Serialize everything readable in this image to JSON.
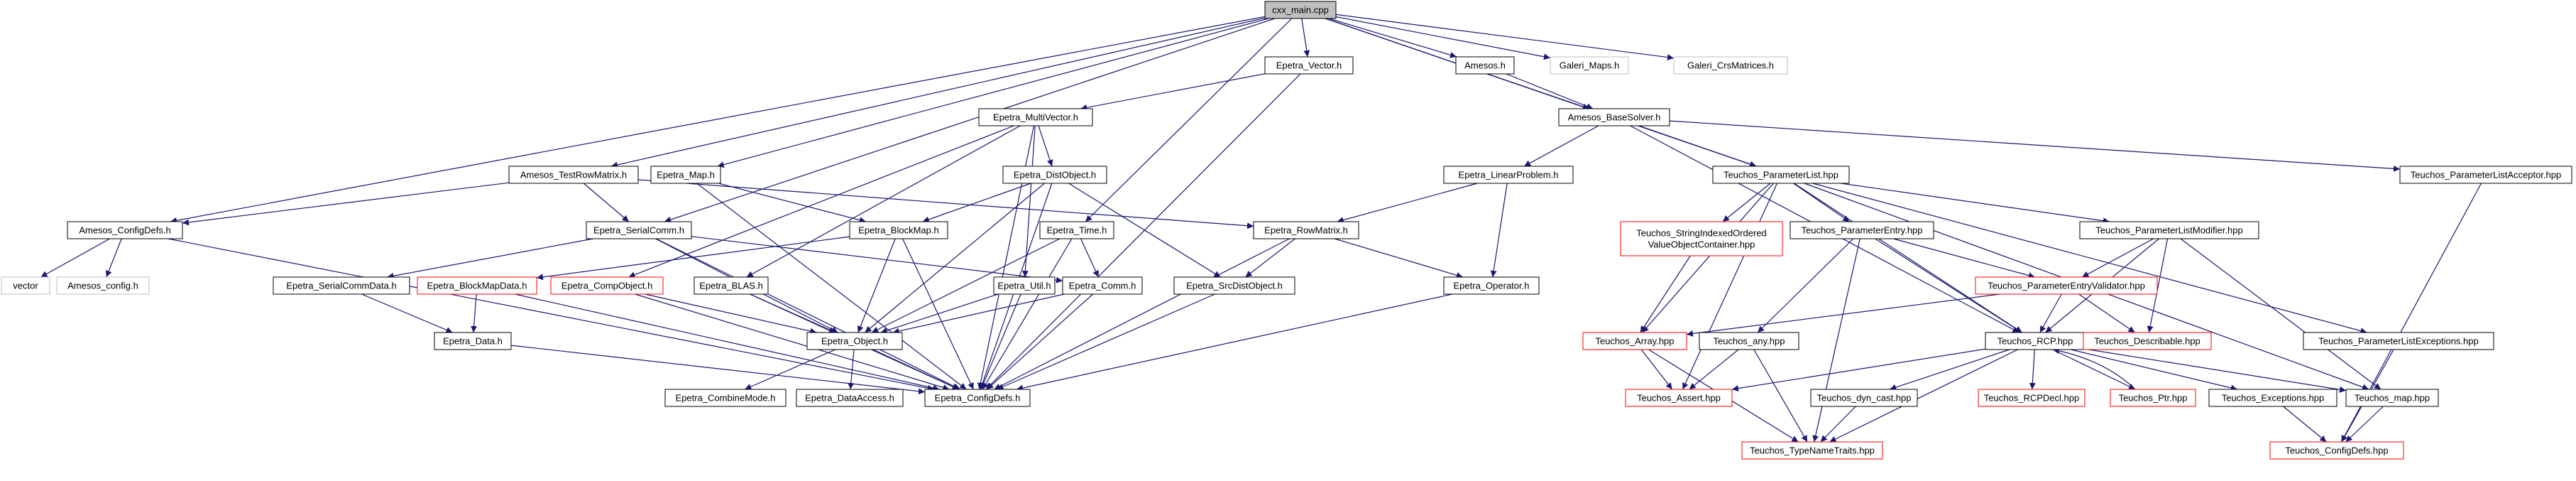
{
  "diagram": {
    "colors": {
      "default_border": "#000000",
      "missing_border": "#ff0000",
      "external_border": "#bfbfbf",
      "root_fill": "#bfbfbf",
      "edge": "#191970",
      "text": "#000000"
    },
    "nodes": [
      {
        "id": "cxx_main",
        "lines": [
          "cxx_main.cpp"
        ],
        "style": "root"
      },
      {
        "id": "epetra_vector",
        "lines": [
          "Epetra_Vector.h"
        ],
        "style": "normal"
      },
      {
        "id": "amesos_h",
        "lines": [
          "Amesos.h"
        ],
        "style": "normal"
      },
      {
        "id": "galeri_maps",
        "lines": [
          "Galeri_Maps.h"
        ],
        "style": "external"
      },
      {
        "id": "galeri_crs",
        "lines": [
          "Galeri_CrsMatrices.h"
        ],
        "style": "external"
      },
      {
        "id": "amesos_basesolver",
        "lines": [
          "Amesos_BaseSolver.h"
        ],
        "style": "normal"
      },
      {
        "id": "epetra_multivector",
        "lines": [
          "Epetra_MultiVector.h"
        ],
        "style": "normal"
      },
      {
        "id": "amesos_testrowmatrix",
        "lines": [
          "Amesos_TestRowMatrix.h"
        ],
        "style": "normal"
      },
      {
        "id": "epetra_map",
        "lines": [
          "Epetra_Map.h"
        ],
        "style": "normal"
      },
      {
        "id": "epetra_distobject",
        "lines": [
          "Epetra_DistObject.h"
        ],
        "style": "normal"
      },
      {
        "id": "epetra_linearproblem",
        "lines": [
          "Epetra_LinearProblem.h"
        ],
        "style": "normal"
      },
      {
        "id": "teuchos_parameterlist",
        "lines": [
          "Teuchos_ParameterList.hpp"
        ],
        "style": "normal"
      },
      {
        "id": "teuchos_placceptor",
        "lines": [
          "Teuchos_ParameterListAcceptor.hpp"
        ],
        "style": "normal"
      },
      {
        "id": "amesos_configdefs",
        "lines": [
          "Amesos_ConfigDefs.h"
        ],
        "style": "normal"
      },
      {
        "id": "epetra_serialcomm",
        "lines": [
          "Epetra_SerialComm.h"
        ],
        "style": "normal"
      },
      {
        "id": "epetra_blockmap",
        "lines": [
          "Epetra_BlockMap.h"
        ],
        "style": "normal"
      },
      {
        "id": "epetra_time",
        "lines": [
          "Epetra_Time.h"
        ],
        "style": "normal"
      },
      {
        "id": "epetra_rowmatrix",
        "lines": [
          "Epetra_RowMatrix.h"
        ],
        "style": "normal"
      },
      {
        "id": "teuchos_sivoc",
        "lines": [
          "Teuchos_StringIndexedOrdered",
          "ValueObjectContainer.hpp"
        ],
        "style": "missing"
      },
      {
        "id": "teuchos_parameterentry",
        "lines": [
          "Teuchos_ParameterEntry.hpp"
        ],
        "style": "normal"
      },
      {
        "id": "teuchos_plmodifier",
        "lines": [
          "Teuchos_ParameterListModifier.hpp"
        ],
        "style": "normal"
      },
      {
        "id": "vector",
        "lines": [
          "vector"
        ],
        "style": "external"
      },
      {
        "id": "amesos_config",
        "lines": [
          "Amesos_config.h"
        ],
        "style": "external"
      },
      {
        "id": "epetra_serialcommdata",
        "lines": [
          "Epetra_SerialCommData.h"
        ],
        "style": "normal"
      },
      {
        "id": "epetra_blockmapdata",
        "lines": [
          "Epetra_BlockMapData.h"
        ],
        "style": "missing"
      },
      {
        "id": "epetra_compobject",
        "lines": [
          "Epetra_CompObject.h"
        ],
        "style": "missing"
      },
      {
        "id": "epetra_blas",
        "lines": [
          "Epetra_BLAS.h"
        ],
        "style": "normal"
      },
      {
        "id": "epetra_util",
        "lines": [
          "Epetra_Util.h"
        ],
        "style": "normal"
      },
      {
        "id": "epetra_comm",
        "lines": [
          "Epetra_Comm.h"
        ],
        "style": "normal"
      },
      {
        "id": "epetra_srcdistobject",
        "lines": [
          "Epetra_SrcDistObject.h"
        ],
        "style": "normal"
      },
      {
        "id": "epetra_operator",
        "lines": [
          "Epetra_Operator.h"
        ],
        "style": "normal"
      },
      {
        "id": "teuchos_pev",
        "lines": [
          "Teuchos_ParameterEntryValidator.hpp"
        ],
        "style": "missing"
      },
      {
        "id": "teuchos_array",
        "lines": [
          "Teuchos_Array.hpp"
        ],
        "style": "missing"
      },
      {
        "id": "teuchos_any",
        "lines": [
          "Teuchos_any.hpp"
        ],
        "style": "normal"
      },
      {
        "id": "teuchos_rcp",
        "lines": [
          "Teuchos_RCP.hpp"
        ],
        "style": "normal"
      },
      {
        "id": "teuchos_describable",
        "lines": [
          "Teuchos_Describable.hpp"
        ],
        "style": "missing"
      },
      {
        "id": "teuchos_plexceptions",
        "lines": [
          "Teuchos_ParameterListExceptions.hpp"
        ],
        "style": "normal"
      },
      {
        "id": "epetra_data",
        "lines": [
          "Epetra_Data.h"
        ],
        "style": "normal"
      },
      {
        "id": "epetra_object",
        "lines": [
          "Epetra_Object.h"
        ],
        "style": "normal"
      },
      {
        "id": "teuchos_assert",
        "lines": [
          "Teuchos_Assert.hpp"
        ],
        "style": "missing"
      },
      {
        "id": "teuchos_dyncast",
        "lines": [
          "Teuchos_dyn_cast.hpp"
        ],
        "style": "normal"
      },
      {
        "id": "teuchos_rcpdecl",
        "lines": [
          "Teuchos_RCPDecl.hpp"
        ],
        "style": "missing"
      },
      {
        "id": "teuchos_ptr",
        "lines": [
          "Teuchos_Ptr.hpp"
        ],
        "style": "missing"
      },
      {
        "id": "teuchos_exceptions",
        "lines": [
          "Teuchos_Exceptions.hpp"
        ],
        "style": "normal"
      },
      {
        "id": "teuchos_map",
        "lines": [
          "Teuchos_map.hpp"
        ],
        "style": "normal"
      },
      {
        "id": "epetra_combinemode",
        "lines": [
          "Epetra_CombineMode.h"
        ],
        "style": "normal"
      },
      {
        "id": "epetra_dataaccess",
        "lines": [
          "Epetra_DataAccess.h"
        ],
        "style": "normal"
      },
      {
        "id": "epetra_configdefs",
        "lines": [
          "Epetra_ConfigDefs.h"
        ],
        "style": "normal"
      },
      {
        "id": "teuchos_typenametraits",
        "lines": [
          "Teuchos_TypeNameTraits.hpp"
        ],
        "style": "missing"
      },
      {
        "id": "teuchos_configdefs",
        "lines": [
          "Teuchos_ConfigDefs.hpp"
        ],
        "style": "missing"
      }
    ],
    "edges": [
      [
        "cxx_main",
        "epetra_vector"
      ],
      [
        "cxx_main",
        "amesos_h"
      ],
      [
        "cxx_main",
        "galeri_maps"
      ],
      [
        "cxx_main",
        "galeri_crs"
      ],
      [
        "cxx_main",
        "amesos_basesolver"
      ],
      [
        "cxx_main",
        "amesos_testrowmatrix"
      ],
      [
        "cxx_main",
        "epetra_map"
      ],
      [
        "cxx_main",
        "amesos_configdefs"
      ],
      [
        "cxx_main",
        "epetra_serialcomm"
      ],
      [
        "cxx_main",
        "epetra_time"
      ],
      [
        "cxx_main",
        "teuchos_parameterlist"
      ],
      [
        "epetra_vector",
        "epetra_multivector"
      ],
      [
        "epetra_vector",
        "epetra_configdefs"
      ],
      [
        "amesos_h",
        "amesos_basesolver"
      ],
      [
        "amesos_basesolver",
        "epetra_linearproblem"
      ],
      [
        "amesos_basesolver",
        "teuchos_parameterlist"
      ],
      [
        "amesos_basesolver",
        "teuchos_placceptor"
      ],
      [
        "amesos_basesolver",
        "teuchos_rcp"
      ],
      [
        "epetra_multivector",
        "epetra_distobject"
      ],
      [
        "epetra_multivector",
        "epetra_compobject"
      ],
      [
        "epetra_multivector",
        "epetra_blas"
      ],
      [
        "epetra_multivector",
        "epetra_util"
      ],
      [
        "epetra_multivector",
        "epetra_configdefs"
      ],
      [
        "amesos_testrowmatrix",
        "amesos_configdefs"
      ],
      [
        "amesos_testrowmatrix",
        "epetra_serialcomm"
      ],
      [
        "amesos_testrowmatrix",
        "epetra_rowmatrix"
      ],
      [
        "epetra_map",
        "epetra_blockmap"
      ],
      [
        "epetra_map",
        "epetra_configdefs"
      ],
      [
        "epetra_distobject",
        "epetra_blockmap"
      ],
      [
        "epetra_distobject",
        "epetra_srcdistobject"
      ],
      [
        "epetra_distobject",
        "epetra_object"
      ],
      [
        "epetra_distobject",
        "epetra_configdefs"
      ],
      [
        "epetra_linearproblem",
        "epetra_rowmatrix"
      ],
      [
        "epetra_linearproblem",
        "epetra_operator"
      ],
      [
        "teuchos_parameterlist",
        "teuchos_sivoc"
      ],
      [
        "teuchos_parameterlist",
        "teuchos_parameterentry"
      ],
      [
        "teuchos_parameterlist",
        "teuchos_plmodifier"
      ],
      [
        "teuchos_parameterlist",
        "teuchos_plexceptions"
      ],
      [
        "teuchos_parameterlist",
        "teuchos_map"
      ],
      [
        "teuchos_parameterlist",
        "teuchos_array"
      ],
      [
        "teuchos_parameterlist",
        "teuchos_assert"
      ],
      [
        "teuchos_parameterlist",
        "teuchos_rcp"
      ],
      [
        "teuchos_placceptor",
        "teuchos_configdefs"
      ],
      [
        "amesos_configdefs",
        "vector"
      ],
      [
        "amesos_configdefs",
        "amesos_config"
      ],
      [
        "amesos_configdefs",
        "epetra_configdefs"
      ],
      [
        "epetra_serialcomm",
        "epetra_serialcommdata"
      ],
      [
        "epetra_serialcomm",
        "epetra_comm"
      ],
      [
        "epetra_serialcomm",
        "epetra_object"
      ],
      [
        "epetra_serialcomm",
        "epetra_configdefs"
      ],
      [
        "epetra_blockmap",
        "epetra_blockmapdata"
      ],
      [
        "epetra_blockmap",
        "epetra_object"
      ],
      [
        "epetra_blockmap",
        "epetra_configdefs"
      ],
      [
        "epetra_time",
        "epetra_object"
      ],
      [
        "epetra_time",
        "epetra_comm"
      ],
      [
        "epetra_time",
        "epetra_configdefs"
      ],
      [
        "epetra_rowmatrix",
        "epetra_srcdistobject"
      ],
      [
        "epetra_rowmatrix",
        "epetra_operator"
      ],
      [
        "epetra_rowmatrix",
        "epetra_configdefs"
      ],
      [
        "teuchos_sivoc",
        "teuchos_array"
      ],
      [
        "teuchos_parameterentry",
        "teuchos_pev"
      ],
      [
        "teuchos_parameterentry",
        "teuchos_any"
      ],
      [
        "teuchos_parameterentry",
        "teuchos_rcp"
      ],
      [
        "teuchos_parameterentry",
        "teuchos_typenametraits"
      ],
      [
        "teuchos_plmodifier",
        "teuchos_pev"
      ],
      [
        "teuchos_plmodifier",
        "teuchos_rcp"
      ],
      [
        "teuchos_plmodifier",
        "teuchos_describable"
      ],
      [
        "teuchos_plmodifier",
        "teuchos_map"
      ],
      [
        "epetra_serialcommdata",
        "epetra_data"
      ],
      [
        "epetra_blockmapdata",
        "epetra_data"
      ],
      [
        "epetra_blockmapdata",
        "epetra_configdefs"
      ],
      [
        "epetra_compobject",
        "epetra_object"
      ],
      [
        "epetra_compobject",
        "epetra_configdefs"
      ],
      [
        "epetra_blas",
        "epetra_object"
      ],
      [
        "epetra_blas",
        "epetra_configdefs"
      ],
      [
        "epetra_util",
        "epetra_object"
      ],
      [
        "epetra_util",
        "epetra_configdefs"
      ],
      [
        "epetra_comm",
        "epetra_object"
      ],
      [
        "epetra_comm",
        "epetra_configdefs"
      ],
      [
        "epetra_srcdistobject",
        "epetra_configdefs"
      ],
      [
        "epetra_operator",
        "epetra_configdefs"
      ],
      [
        "teuchos_pev",
        "teuchos_array"
      ],
      [
        "teuchos_pev",
        "teuchos_rcp"
      ],
      [
        "teuchos_pev",
        "teuchos_describable"
      ],
      [
        "teuchos_array",
        "teuchos_assert"
      ],
      [
        "teuchos_array",
        "teuchos_typenametraits"
      ],
      [
        "teuchos_any",
        "teuchos_assert"
      ],
      [
        "teuchos_any",
        "teuchos_typenametraits"
      ],
      [
        "teuchos_rcp",
        "teuchos_assert"
      ],
      [
        "teuchos_rcp",
        "teuchos_dyncast"
      ],
      [
        "teuchos_rcp",
        "teuchos_rcpdecl"
      ],
      [
        "teuchos_rcp",
        "teuchos_ptr"
      ],
      [
        "teuchos_rcp",
        "teuchos_exceptions"
      ],
      [
        "teuchos_rcp",
        "teuchos_map"
      ],
      [
        "teuchos_rcp",
        "teuchos_typenametraits"
      ],
      [
        "teuchos_ptr",
        "teuchos_rcp"
      ],
      [
        "teuchos_dyncast",
        "teuchos_typenametraits"
      ],
      [
        "teuchos_exceptions",
        "teuchos_configdefs"
      ],
      [
        "teuchos_map",
        "teuchos_configdefs"
      ],
      [
        "teuchos_plexceptions",
        "teuchos_configdefs"
      ],
      [
        "epetra_data",
        "epetra_configdefs"
      ],
      [
        "epetra_object",
        "epetra_combinemode"
      ],
      [
        "epetra_object",
        "epetra_dataaccess"
      ],
      [
        "epetra_object",
        "epetra_configdefs"
      ]
    ]
  }
}
